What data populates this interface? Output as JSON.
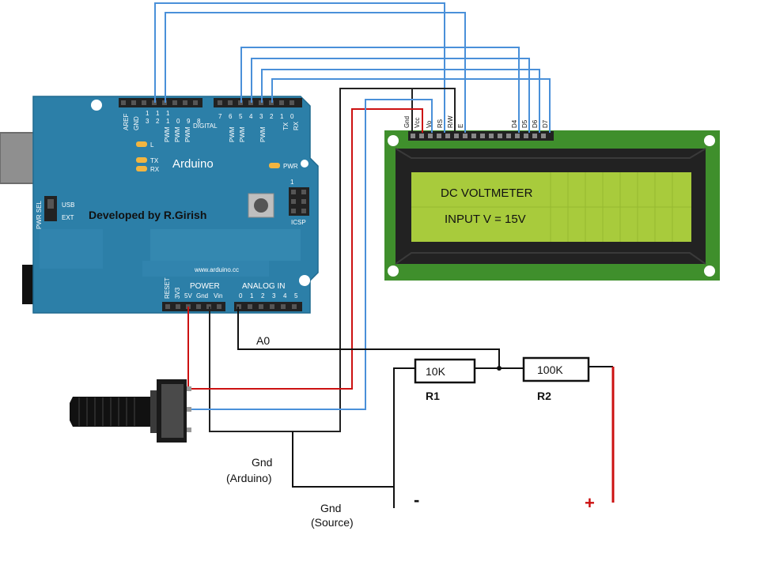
{
  "arduino": {
    "name": "Arduino",
    "credit": "Developed by R.Girish",
    "website": "www.arduino.cc",
    "digital_label": "DIGITAL",
    "aref": "AREF",
    "gnd": "GND",
    "digital_pins_left": [
      "13",
      "12",
      "11",
      "10",
      "9",
      "8"
    ],
    "digital_pins_left_top": [
      "1",
      "1",
      "1"
    ],
    "digital_pins_left_sub": [
      "3",
      "2",
      "1",
      "0",
      "9",
      "8"
    ],
    "digital_pins_right": [
      "7",
      "6",
      "5",
      "4",
      "3",
      "2",
      "1",
      "0"
    ],
    "pwm": "PWM",
    "tx_rx_top": [
      "TX",
      "RX"
    ],
    "led_l": "L",
    "led_tx": "TX",
    "led_rx": "RX",
    "led_pwr": "PWR",
    "pwr_sel": "PWR SEL",
    "usb": "USB",
    "ext": "EXT",
    "icsp": "ICSP",
    "icsp_pin": "1",
    "reset": "RESET",
    "power": "POWER",
    "power_pins": [
      "3V3",
      "5V",
      "Gnd",
      "Vin"
    ],
    "analog_in": "ANALOG IN",
    "analog_pins": [
      "0",
      "1",
      "2",
      "3",
      "4",
      "5"
    ]
  },
  "lcd": {
    "pins": [
      "Gnd",
      "Vcc",
      "Vo",
      "RS",
      "R/W",
      "E",
      "D4",
      "D5",
      "D6",
      "D7"
    ],
    "line1": "DC VOLTMETER",
    "line2": "INPUT V  = 15V",
    "colors": {
      "board": "#3f8f2c",
      "screen": "#a8cb3c",
      "frame": "#222222"
    }
  },
  "circuit": {
    "a0_label": "A0",
    "r1_value": "10K",
    "r1_name": "R1",
    "r2_value": "100K",
    "r2_name": "R2",
    "gnd_arduino_line1": "Gnd",
    "gnd_arduino_line2": "(Arduino)",
    "gnd_source_line1": "Gnd",
    "gnd_source_line2": "(Source)",
    "minus": "-",
    "plus": "+",
    "colors": {
      "blue_wire": "#4a90d9",
      "red_wire": "#cc1111",
      "black_wire": "#222222",
      "board": "#2c7fa8"
    }
  }
}
